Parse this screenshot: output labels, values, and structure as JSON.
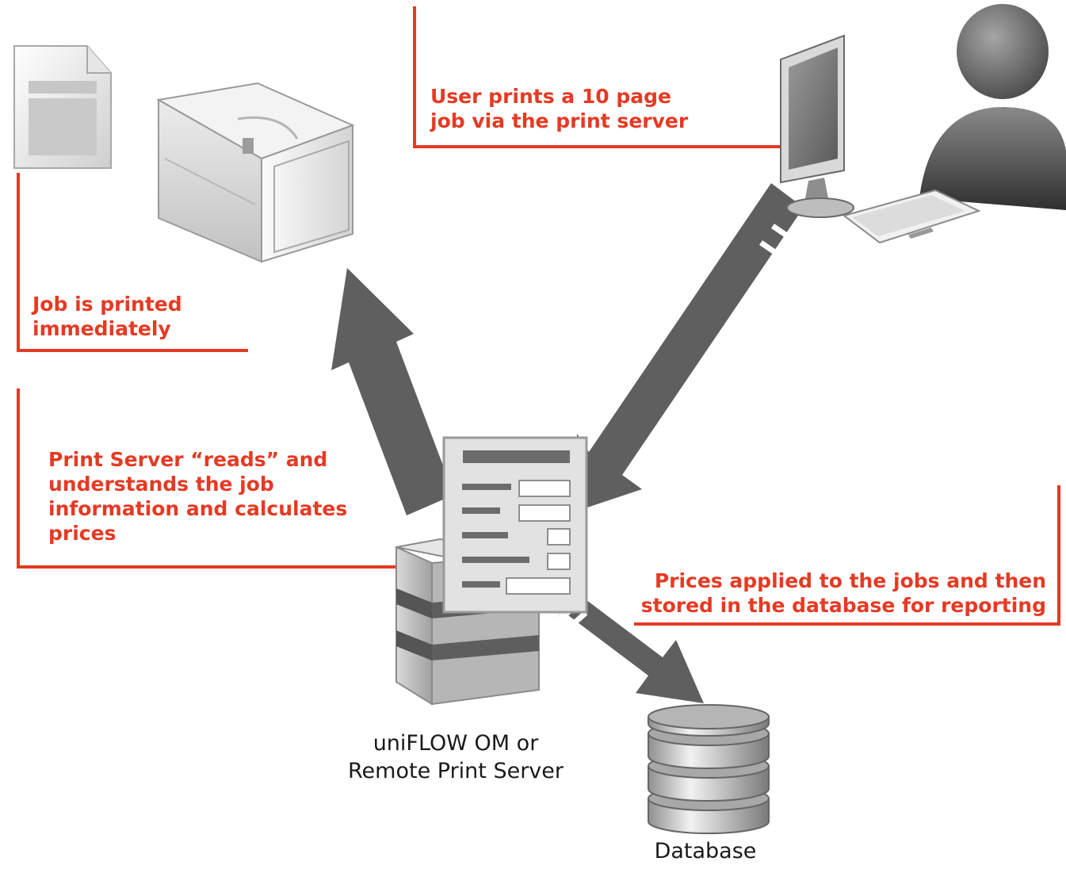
{
  "colors": {
    "accent": "#e53a24",
    "arrow": "#5f5f5f",
    "caption_text": "#1a1a1a"
  },
  "icons": [
    "document-icon",
    "printer-icon",
    "computer-user-icon",
    "server-icon",
    "job-form-icon",
    "database-icon"
  ],
  "notes": {
    "user_prints": "User prints a 10 page\njob via the print server",
    "job_printed": "Job is printed\nimmediately",
    "server_reads": "Print Server “reads” and\nunderstands the job\ninformation and calculates\nprices",
    "prices_applied": "Prices applied to the jobs and then\nstored in the database for reporting"
  },
  "captions": {
    "server": "uniFLOW OM or\nRemote Print Server",
    "database": "Database"
  }
}
